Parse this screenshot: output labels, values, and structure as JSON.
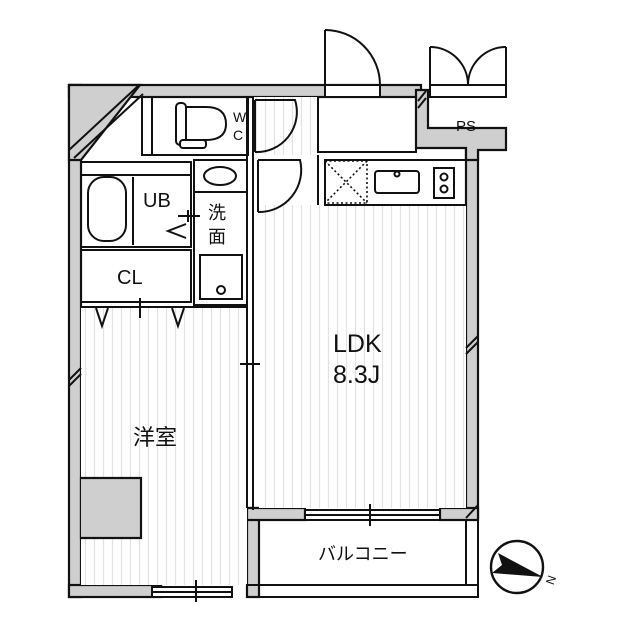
{
  "diagram": {
    "type": "floor-plan",
    "colors": {
      "wall_fill": "#cfcfcf",
      "line": "#111111",
      "floor_stripe": "#e4e4e4",
      "background": "#ffffff"
    },
    "rooms": {
      "wc": {
        "label_line1": "W",
        "label_line2": "C"
      },
      "ub": {
        "label": "UB"
      },
      "washroom": {
        "label_line1": "洗",
        "label_line2": "面"
      },
      "closet": {
        "label": "CL"
      },
      "western_room": {
        "label": "洋室"
      },
      "ldk": {
        "label_line1": "LDK",
        "label_line2": "8.3J"
      },
      "balcony": {
        "label": "バルコニー"
      },
      "pipe_space": {
        "label": "PS"
      }
    },
    "compass": {
      "label": "N"
    }
  }
}
